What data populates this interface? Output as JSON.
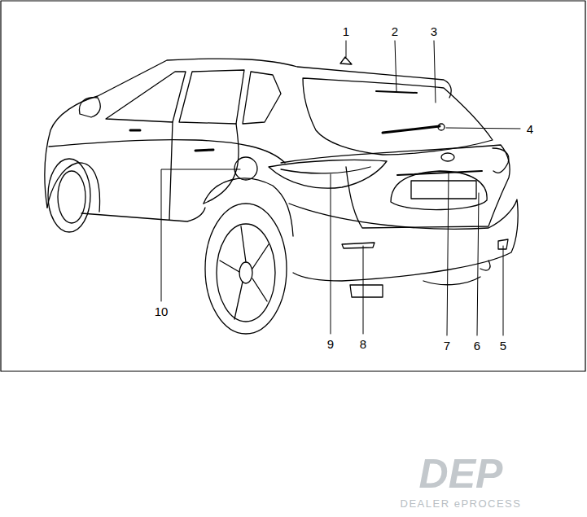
{
  "diagram": {
    "labels": [
      "1",
      "2",
      "3",
      "4",
      "5",
      "6",
      "7",
      "8",
      "9",
      "10",
      "DEP",
      "DEALER ePROCESS"
    ]
  }
}
